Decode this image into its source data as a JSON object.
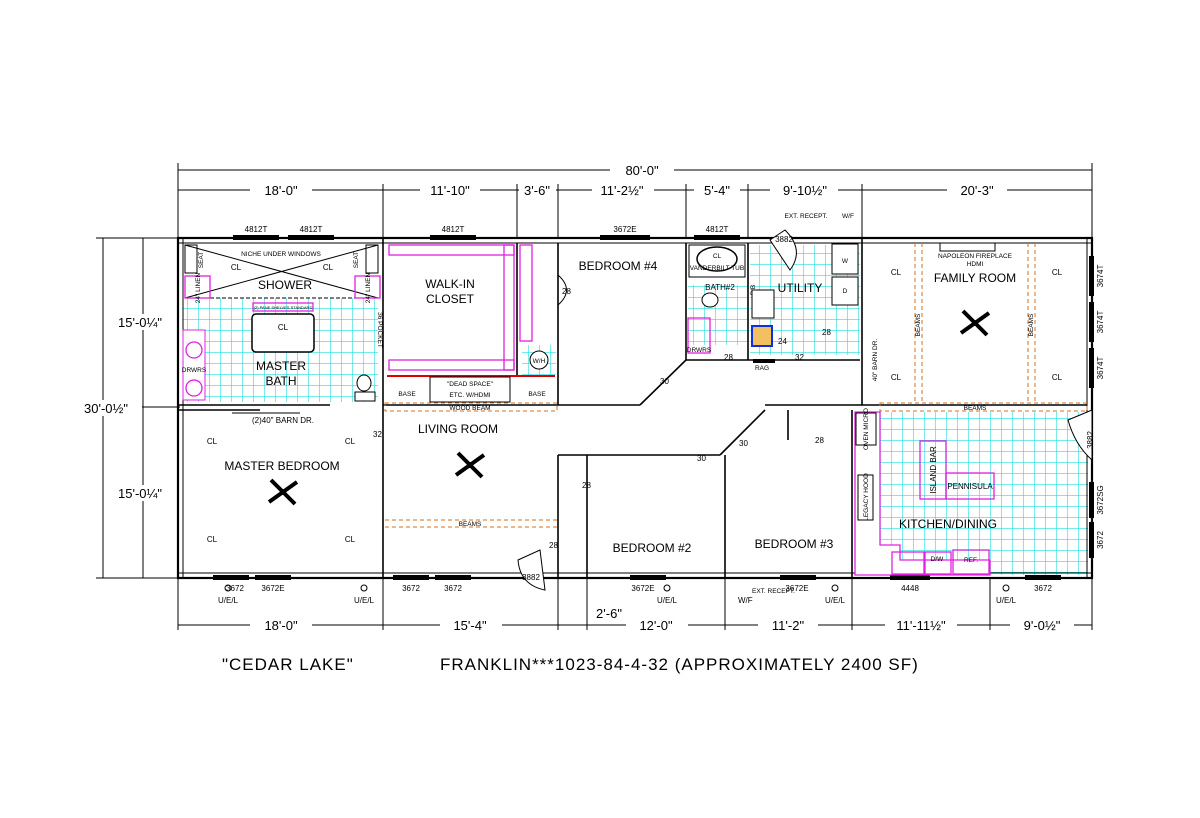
{
  "colors": {
    "tile": "#22dddd",
    "cabinet": "#e020e0",
    "beam": "#d07020",
    "accent_red": "#e00000"
  },
  "title": {
    "model": "\"CEDAR LAKE\"",
    "description": "FRANKLIN***1023-84-4-32 (APPROXIMATELY 2400 SF)"
  },
  "dimensions": {
    "overall_width": "80'-0\"",
    "top": [
      "18'-0\"",
      "11'-10\"",
      "3'-6\"",
      "11'-2½\"",
      "5'-4\"",
      "9'-10½\"",
      "20'-3\""
    ],
    "bottom": [
      "18'-0\"",
      "15'-4\"",
      "2'-6\"",
      "12'-0\"",
      "11'-2\"",
      "11'-11½\"",
      "9'-0½\""
    ],
    "overall_depth": "30'-0½\"",
    "left": [
      "15'-0¼\"",
      "15'-0¼\""
    ]
  },
  "rooms": {
    "shower": "SHOWER",
    "master_bath": [
      "MASTER",
      "BATH"
    ],
    "walk_in_closet": [
      "WALK-IN",
      "CLOSET"
    ],
    "bedroom4": "BEDROOM #4",
    "bath2": "BATH#2",
    "utility": "UTILITY",
    "family_room": "FAMILY ROOM",
    "master_bedroom": "MASTER BEDROOM",
    "living_room": "LIVING ROOM",
    "bedroom2": "BEDROOM #2",
    "bedroom3": "BEDROOM #3",
    "kitchen_dining": "KITCHEN/DINING"
  },
  "windows": {
    "top": [
      "4812T",
      "4812T",
      "4812T",
      "3672E",
      "4812T"
    ],
    "right": [
      "3674T",
      "3674T",
      "3674T",
      "3672SG",
      "3672"
    ],
    "bottom": [
      "3672",
      "3672E",
      "3672",
      "3672",
      "3672E",
      "3672E",
      "4448",
      "3672"
    ]
  },
  "doors": [
    "28",
    "28",
    "3882",
    "30",
    "24",
    "28",
    "28",
    "32",
    "32",
    "30",
    "30",
    "28",
    "28",
    "28",
    "3882",
    "3882"
  ],
  "annotations": {
    "niche": "NICHE UNDER WINDOWS",
    "seat": "SEAT",
    "linen": "24\" LINEN",
    "tub_label": "(2) PANE SHELVES STANDARD",
    "pocket": "36 POCKET",
    "drawers": "DRWRS",
    "cl": "CL",
    "wh": "W/H",
    "base": "BASE",
    "dead_space": "\"DEAD SPACE\"",
    "etc_hdmi": "ETC. W/HDMI",
    "wood_beam": "WOOD BEAM",
    "barn_door_master": "(2)40\" BARN DR.",
    "barn_door_family": "40\" BARN DR.",
    "beams": "BEAMS",
    "vanderbilt_tub": "VANDERBILT TUB",
    "pb": "P/B",
    "rag": "RAG",
    "ext_recept": "EXT. RECEPT.",
    "wf": "W/F",
    "fireplace": "NAPOLEON FIREPLACE",
    "hdmi": "HDMI",
    "oven_micro": "OVEN MICRO",
    "legacy_hood": "LEGACY HOOD",
    "island_bar": "ISLAND BAR",
    "pennisula": "PENNISULA",
    "dw": "D/W",
    "ref": "REF.",
    "uel": "U/E/L",
    "washer": "W",
    "dryer": "D"
  }
}
